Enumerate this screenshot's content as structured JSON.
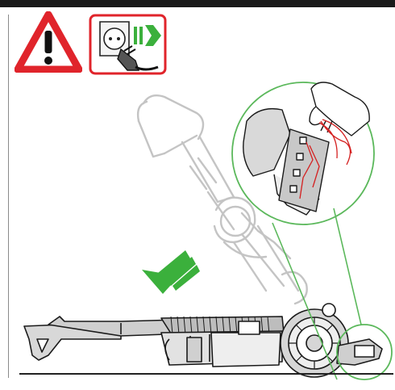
{
  "illustration": {
    "warning_icon": "warning-triangle-icon",
    "unplug_icon": "unplug-from-socket-icon",
    "subject": "vacuum-cleaner",
    "action": "tilt-machine-down",
    "detail": "remove-tangled-hair-from-brush-bar"
  },
  "colors": {
    "warning_red": "#e0242b",
    "arrow_green": "#3bb03c",
    "detail_circle": "#5bb85b",
    "line_gray": "#8a8a8a",
    "ghost_gray": "#c4c4c4",
    "thread_red": "#d42020"
  }
}
